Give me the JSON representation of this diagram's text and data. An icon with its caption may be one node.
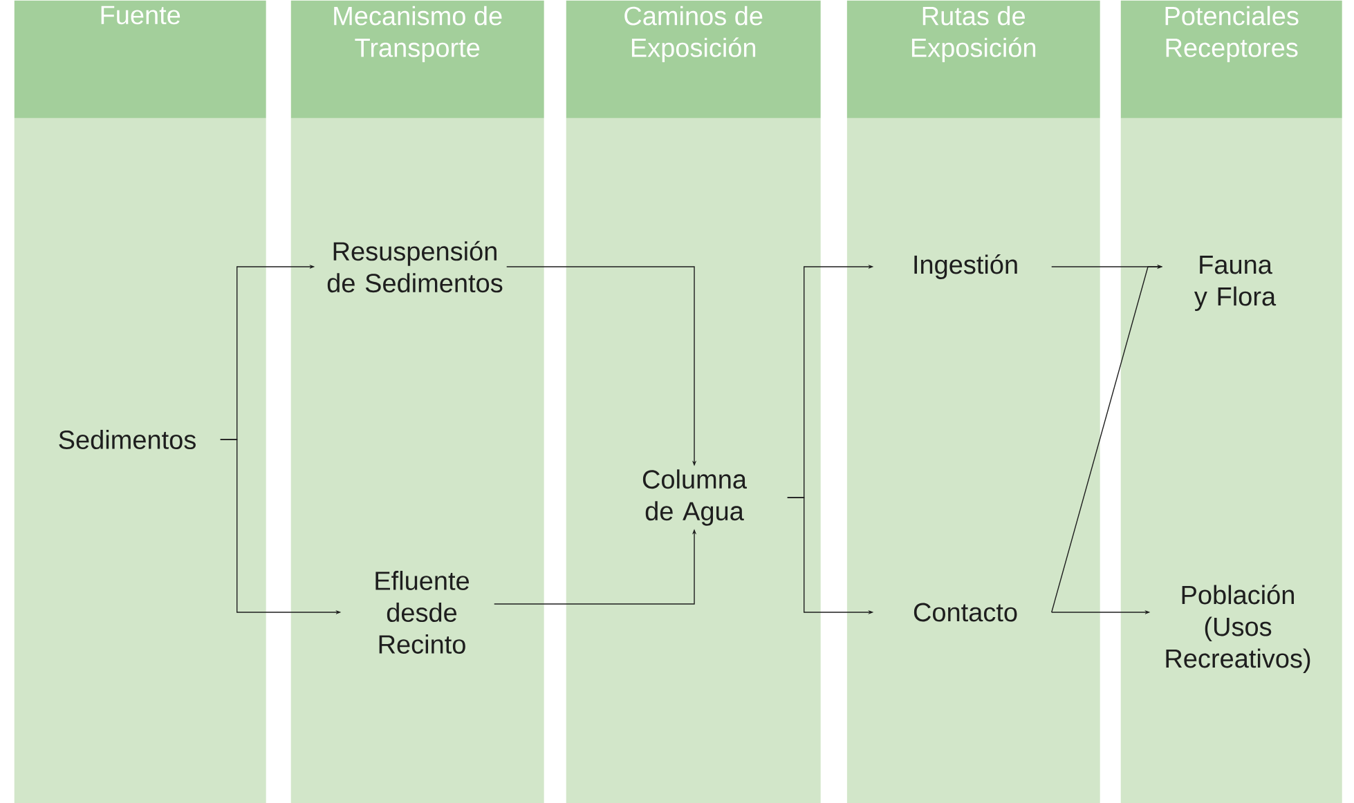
{
  "diagram": {
    "nodes": [
      {
        "text": [
          "Fuente"
        ]
      },
      {
        "text": [
          "Mecanismo de Transporte"
        ]
      },
      {
        "text": [
          "Caminos de Exposición"
        ]
      },
      {
        "text": [
          "Rutas de Exposición"
        ]
      },
      {
        "text": [
          "Potenciales Receptores"
        ]
      },
      {
        "text": [
          "Sedimentos"
        ],
        "in": 0
      },
      {
        "text": [
          "Resuspensión de Sedimentos"
        ],
        "in": 1
      },
      {
        "text": [
          "Efluente desde Recinto"
        ],
        "in": 1
      },
      {
        "text": [
          "Columna de Agua"
        ],
        "in": 2
      },
      {
        "text": [
          "Ingestión"
        ],
        "in": 3
      },
      {
        "text": [
          "Contacto"
        ],
        "in": 3
      },
      {
        "text": [
          "Fauna y Flora"
        ],
        "in": 4
      },
      {
        "text": [
          "Población (Usos Recreativos)"
        ],
        "in": 4
      }
    ],
    "edges": [
      {
        "from": 5,
        "to": 6,
        "arrow": "to"
      },
      {
        "from": 5,
        "to": 7,
        "arrow": "to"
      },
      {
        "from": 6,
        "to": 8,
        "arrow": "to"
      },
      {
        "from": 7,
        "to": 8,
        "arrow": "to"
      },
      {
        "from": 8,
        "to": 9,
        "arrow": "to"
      },
      {
        "from": 8,
        "to": 10,
        "arrow": "to"
      },
      {
        "from": 9,
        "to": 11,
        "arrow": "to"
      },
      {
        "from": 10,
        "to": 11,
        "arrow": "to"
      },
      {
        "from": 10,
        "to": 12,
        "arrow": "to"
      }
    ]
  }
}
